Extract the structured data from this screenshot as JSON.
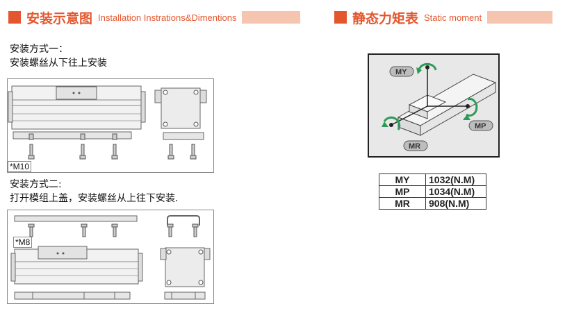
{
  "left_header": {
    "title_zh": "安装示意图",
    "title_en": "Installation Instrations&Dimentions"
  },
  "right_header": {
    "title_zh": "静态力矩表",
    "title_en": "Static moment"
  },
  "method1": {
    "line1": "安装方式一：",
    "line2": "安装螺丝从下往上安装",
    "screw_note": "*M10"
  },
  "method2": {
    "line1": "安装方式二:",
    "line2": "打开模组上盖，安装螺丝从上往下安装.",
    "screw_note": "*M8"
  },
  "diagram_labels": {
    "my": "MY",
    "mp": "MP",
    "mr": "MR"
  },
  "moment_table": [
    {
      "key": "MY",
      "value": "1032(N.M)"
    },
    {
      "key": "MP",
      "value": "1034(N.M)"
    },
    {
      "key": "MR",
      "value": "908(N.M)"
    }
  ],
  "colors": {
    "accent": "#e4572e",
    "accent_light": "#f6c5b0",
    "arrow_green": "#2e9a57"
  }
}
